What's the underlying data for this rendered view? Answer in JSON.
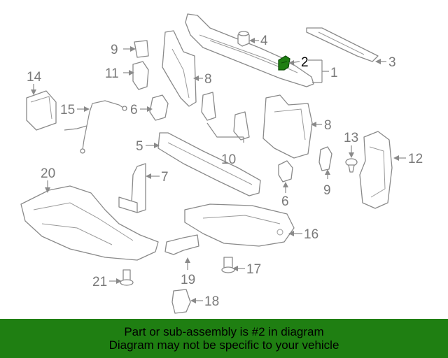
{
  "callouts": {
    "c1": "1",
    "c2": "2",
    "c3": "3",
    "c4": "4",
    "c5": "5",
    "c6a": "6",
    "c6b": "6",
    "c7": "7",
    "c8a": "8",
    "c8b": "8",
    "c9a": "9",
    "c9b": "9",
    "c10": "10",
    "c11": "11",
    "c12": "12",
    "c13": "13",
    "c14": "14",
    "c15": "15",
    "c16": "16",
    "c17": "17",
    "c18": "18",
    "c19": "19",
    "c20": "20",
    "c21": "21"
  },
  "highlight": {
    "part_number": "2",
    "color": "#1f7f12"
  },
  "banner": {
    "line1": "Part or sub-assembly is #2 in diagram",
    "line2": "Diagram may not be specific to your vehicle",
    "background": "#1f7f12"
  }
}
